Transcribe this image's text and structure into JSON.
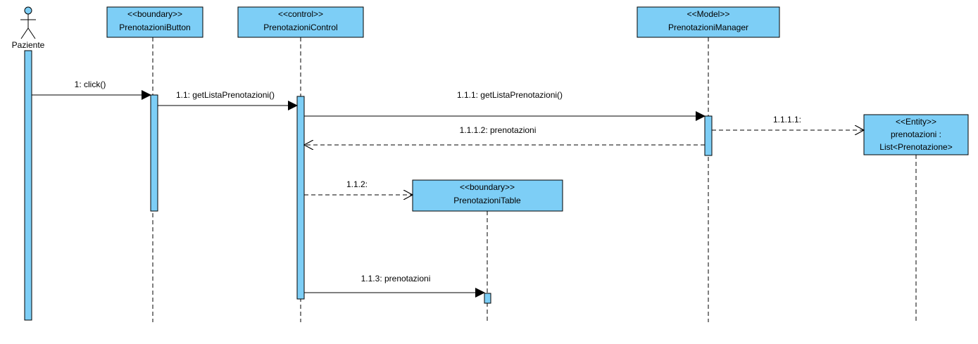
{
  "colors": {
    "fill": "#7dcef6",
    "stroke": "#000000",
    "background": "#ffffff"
  },
  "actor": {
    "name": "Paziente",
    "icon": "stick-figure-icon"
  },
  "participants": [
    {
      "id": "button",
      "stereotype": "<<boundary>>",
      "name": "PrenotazioniButton"
    },
    {
      "id": "control",
      "stereotype": "<<control>>",
      "name": "PrenotazioniControl"
    },
    {
      "id": "manager",
      "stereotype": "<<Model>>",
      "name": "PrenotazioniManager"
    },
    {
      "id": "entity",
      "stereotype": "<<Entity>>",
      "name": "prenotazioni :",
      "name2": "List<Prenotazione>"
    },
    {
      "id": "table",
      "stereotype": "<<boundary>>",
      "name": "PrenotazioniTable"
    }
  ],
  "messages": [
    {
      "id": "m1",
      "label": "1: click()",
      "from": "actor",
      "to": "button",
      "kind": "sync"
    },
    {
      "id": "m11",
      "label": "1.1: getListaPrenotazioni()",
      "from": "button",
      "to": "control",
      "kind": "sync"
    },
    {
      "id": "m111",
      "label": "1.1.1: getListaPrenotazioni()",
      "from": "control",
      "to": "manager",
      "kind": "sync"
    },
    {
      "id": "m1111",
      "label": "1.1.1.1:",
      "from": "manager",
      "to": "entity",
      "kind": "create"
    },
    {
      "id": "m1112",
      "label": "1.1.1.2: prenotazioni",
      "from": "manager",
      "to": "control",
      "kind": "return"
    },
    {
      "id": "m112",
      "label": "1.1.2:",
      "from": "control",
      "to": "table",
      "kind": "create"
    },
    {
      "id": "m113",
      "label": "1.1.3: prenotazioni",
      "from": "control",
      "to": "table",
      "kind": "sync"
    }
  ]
}
